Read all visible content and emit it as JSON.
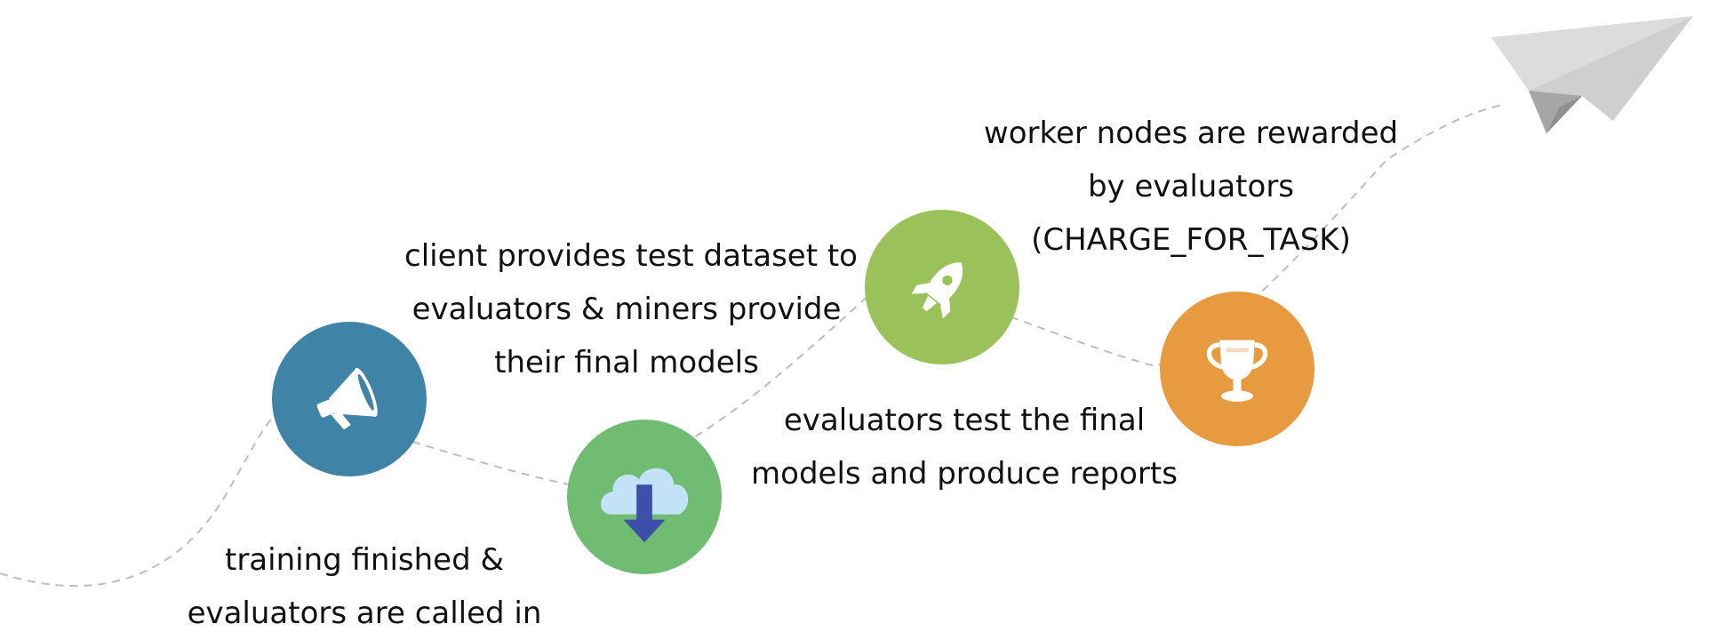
{
  "colors": {
    "path": "#bdbdbd",
    "node_announce": "#3f84a6",
    "node_download": "#6fbc72",
    "node_launch": "#9bc25a",
    "node_reward": "#e79a40",
    "plane_light": "#d9d9d9",
    "plane_dark": "#a8a8a8"
  },
  "steps": [
    {
      "icon": "megaphone-icon",
      "lines": [
        "training finished &",
        "evaluators are called in"
      ]
    },
    {
      "icon": "cloud-download-icon",
      "lines": [
        "client provides test dataset to",
        "evaluators & miners provide",
        "their final models"
      ]
    },
    {
      "icon": "rocket-icon",
      "lines": [
        "evaluators test the final",
        "models and produce reports"
      ]
    },
    {
      "icon": "trophy-icon",
      "lines": [
        "worker nodes are rewarded",
        "by evaluators",
        "(CHARGE_FOR_TASK)"
      ]
    }
  ],
  "end_icon": "paper-plane-icon"
}
